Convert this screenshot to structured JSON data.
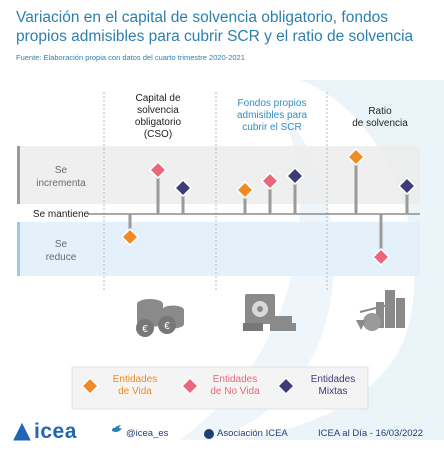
{
  "title": "Variación en el capital de solvencia obligatorio, fondos propios admisibles para cubrir SCR y el ratio de solvencia",
  "source": "Fuente: Elaboración propia con datos del cuarto trimestre 2020-2021",
  "chart_data": {
    "type": "scatter",
    "columns": [
      "Capital de solvencia obligatorio (CSO)",
      "Fondos propios admisibles para cubrir el SCR",
      "Ratio de solvencia"
    ],
    "column_labels": [
      [
        "Capital de",
        "solvencia",
        "obligatorio",
        "(CSO)"
      ],
      [
        "Fondos propios",
        "admisibles para",
        "cubrir el SCR"
      ],
      [
        "Ratio",
        "de solvencia"
      ]
    ],
    "rows": [
      "Se incrementa",
      "Se mantiene",
      "Se reduce"
    ],
    "row_labels": {
      "increase": [
        "Se",
        "incrementa"
      ],
      "steady": [
        "Se mantiene"
      ],
      "decrease": [
        "Se",
        "reduce"
      ]
    },
    "series": [
      {
        "name": "Entidades de Vida",
        "color": "#f08a24",
        "values": [
          "Se reduce",
          "Se incrementa",
          "Se incrementa"
        ]
      },
      {
        "name": "Entidades de No Vida",
        "color": "#e9677d",
        "values": [
          "Se incrementa",
          "Se incrementa",
          "Se reduce"
        ]
      },
      {
        "name": "Entidades Mixtas",
        "color": "#3d3b7a",
        "values": [
          "Se incrementa",
          "Se incrementa",
          "Se incrementa"
        ]
      }
    ],
    "legend_position": "bottom"
  },
  "legend": [
    {
      "line1": "Entidades",
      "line2": "de Vida",
      "color": "#f08a24"
    },
    {
      "line1": "Entidades",
      "line2": "de No Vida",
      "color": "#e9677d"
    },
    {
      "line1": "Entidades",
      "line2": "Mixtas",
      "color": "#3d3b7a"
    }
  ],
  "footer": {
    "logo": "icea",
    "twitter": "@icea_es",
    "linkedin": "Asociación ICEA",
    "date": "ICEA al Día - 16/03/2022"
  },
  "colors": {
    "title": "#2d7fb0",
    "col1_header": "#222222",
    "col2_header": "#2d8fc7",
    "col3_header": "#222222",
    "band_increase": "#ececec",
    "band_decrease": "#e2f0f9",
    "icon_gray": "#8a8a8a"
  }
}
